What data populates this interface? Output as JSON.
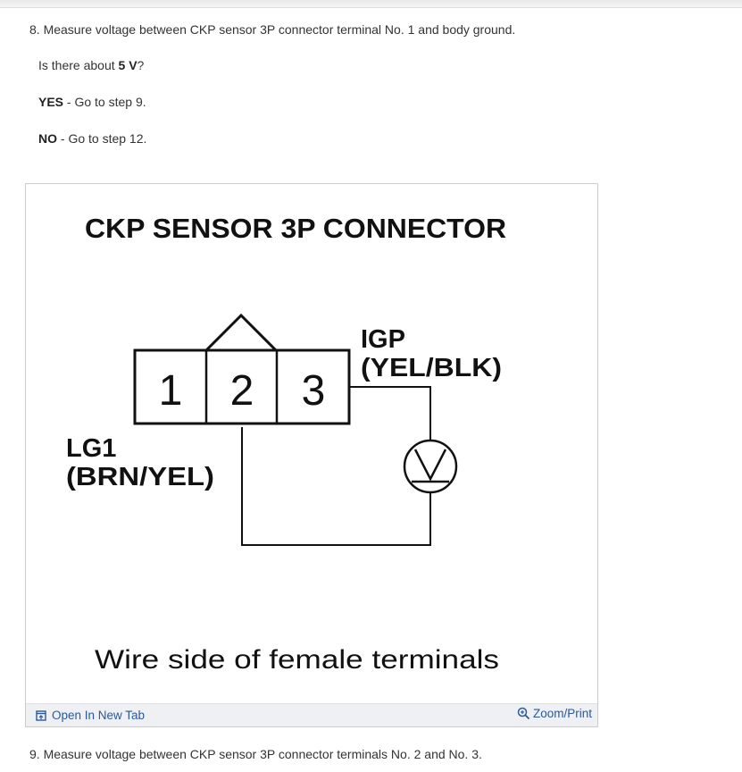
{
  "steps": {
    "step8": "8. Measure voltage between CKP sensor 3P connector terminal No. 1 and body ground.",
    "question_prefix": "Is there about ",
    "question_value": "5 V",
    "question_suffix": "?",
    "yes_label": "YES",
    "yes_text": " - Go to step 9.",
    "no_label": "NO",
    "no_text": " - Go to step 12.",
    "step9": "9. Measure voltage between CKP sensor 3P connector terminals No. 2 and No. 3."
  },
  "figure": {
    "title": "CKP SENSOR 3P CONNECTOR",
    "terminal_1": "1",
    "terminal_2": "2",
    "terminal_3": "3",
    "igp_label": "IGP",
    "igp_wire": "(YEL/BLK)",
    "lg1_label": "LG1",
    "lg1_wire": "(BRN/YEL)",
    "caption": "Wire side of female terminals",
    "open_tab_label": "Open In New Tab",
    "zoom_label": "Zoom/Print",
    "icons": {
      "open_tab": "open-new-tab-icon",
      "zoom": "magnifier-icon",
      "voltmeter": "voltmeter-icon"
    },
    "link_color": "#2a5a9a"
  }
}
